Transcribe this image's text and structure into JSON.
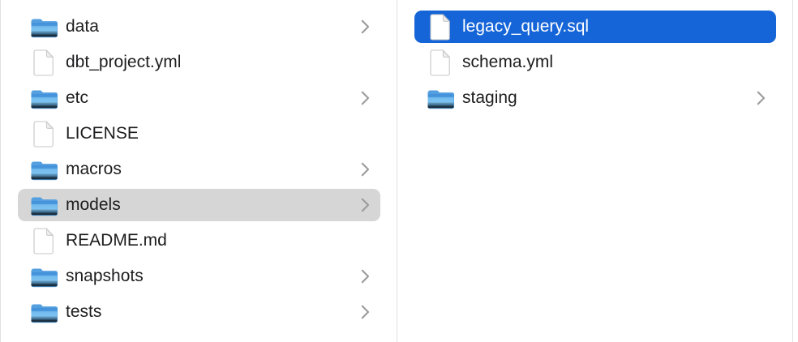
{
  "colors": {
    "selection_blue": "#1565d8",
    "selection_gray": "#d6d6d6",
    "divider": "#e1e1e1",
    "text": "#1d1d1f",
    "text_selected": "#ffffff",
    "chevron": "#9b9b9b",
    "folder_blue_top": "#4391da",
    "folder_blue_body": "#7cc2f0",
    "folder_blue_bottom": "#57a4e3"
  },
  "columns": [
    {
      "name": "parent-folder-list",
      "items": [
        {
          "label": "data",
          "icon": "folder-icon",
          "chevron": true,
          "selected": null
        },
        {
          "label": "dbt_project.yml",
          "icon": "document-icon",
          "chevron": false,
          "selected": null
        },
        {
          "label": "etc",
          "icon": "folder-icon",
          "chevron": true,
          "selected": null
        },
        {
          "label": "LICENSE",
          "icon": "document-icon",
          "chevron": false,
          "selected": null
        },
        {
          "label": "macros",
          "icon": "folder-icon",
          "chevron": true,
          "selected": null
        },
        {
          "label": "models",
          "icon": "folder-icon",
          "chevron": true,
          "selected": "gray"
        },
        {
          "label": "README.md",
          "icon": "document-icon",
          "chevron": false,
          "selected": null
        },
        {
          "label": "snapshots",
          "icon": "folder-icon",
          "chevron": true,
          "selected": null
        },
        {
          "label": "tests",
          "icon": "folder-icon",
          "chevron": true,
          "selected": null
        }
      ]
    },
    {
      "name": "models-folder-contents",
      "items": [
        {
          "label": "legacy_query.sql",
          "icon": "document-icon",
          "chevron": false,
          "selected": "blue"
        },
        {
          "label": "schema.yml",
          "icon": "document-icon",
          "chevron": false,
          "selected": null
        },
        {
          "label": "staging",
          "icon": "folder-icon",
          "chevron": true,
          "selected": null
        }
      ]
    }
  ]
}
